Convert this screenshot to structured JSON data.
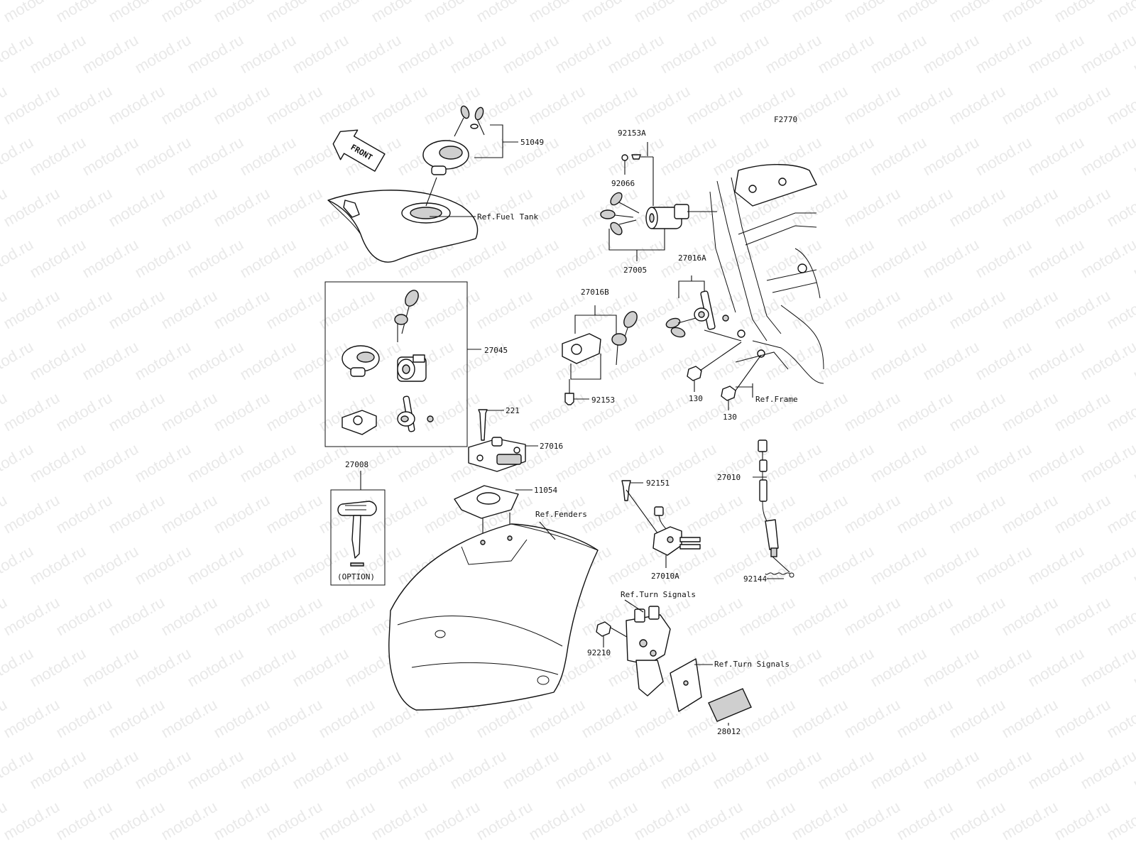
{
  "diagram": {
    "figure_code": "F2770",
    "front_arrow": "FRONT",
    "watermark": "motod.ru",
    "labels": {
      "p51049": "51049",
      "ref_fuel_tank": "Ref.Fuel Tank",
      "p92153A": "92153A",
      "p92066": "92066",
      "p27005": "27005",
      "p27016A": "27016A",
      "p27016B": "27016B",
      "p27045": "27045",
      "p92153": "92153",
      "p130a": "130",
      "p130b": "130",
      "ref_frame": "Ref.Frame",
      "p221": "221",
      "p27016": "27016",
      "p27008": "27008",
      "option": "(OPTION)",
      "p11054": "11054",
      "ref_fenders": "Ref.Fenders",
      "p92151": "92151",
      "p27010": "27010",
      "p27010A": "27010A",
      "p92144": "92144",
      "ref_turn_signals_1": "Ref.Turn Signals",
      "p92210": "92210",
      "ref_turn_signals_2": "Ref.Turn Signals",
      "p28012": "28012"
    }
  }
}
